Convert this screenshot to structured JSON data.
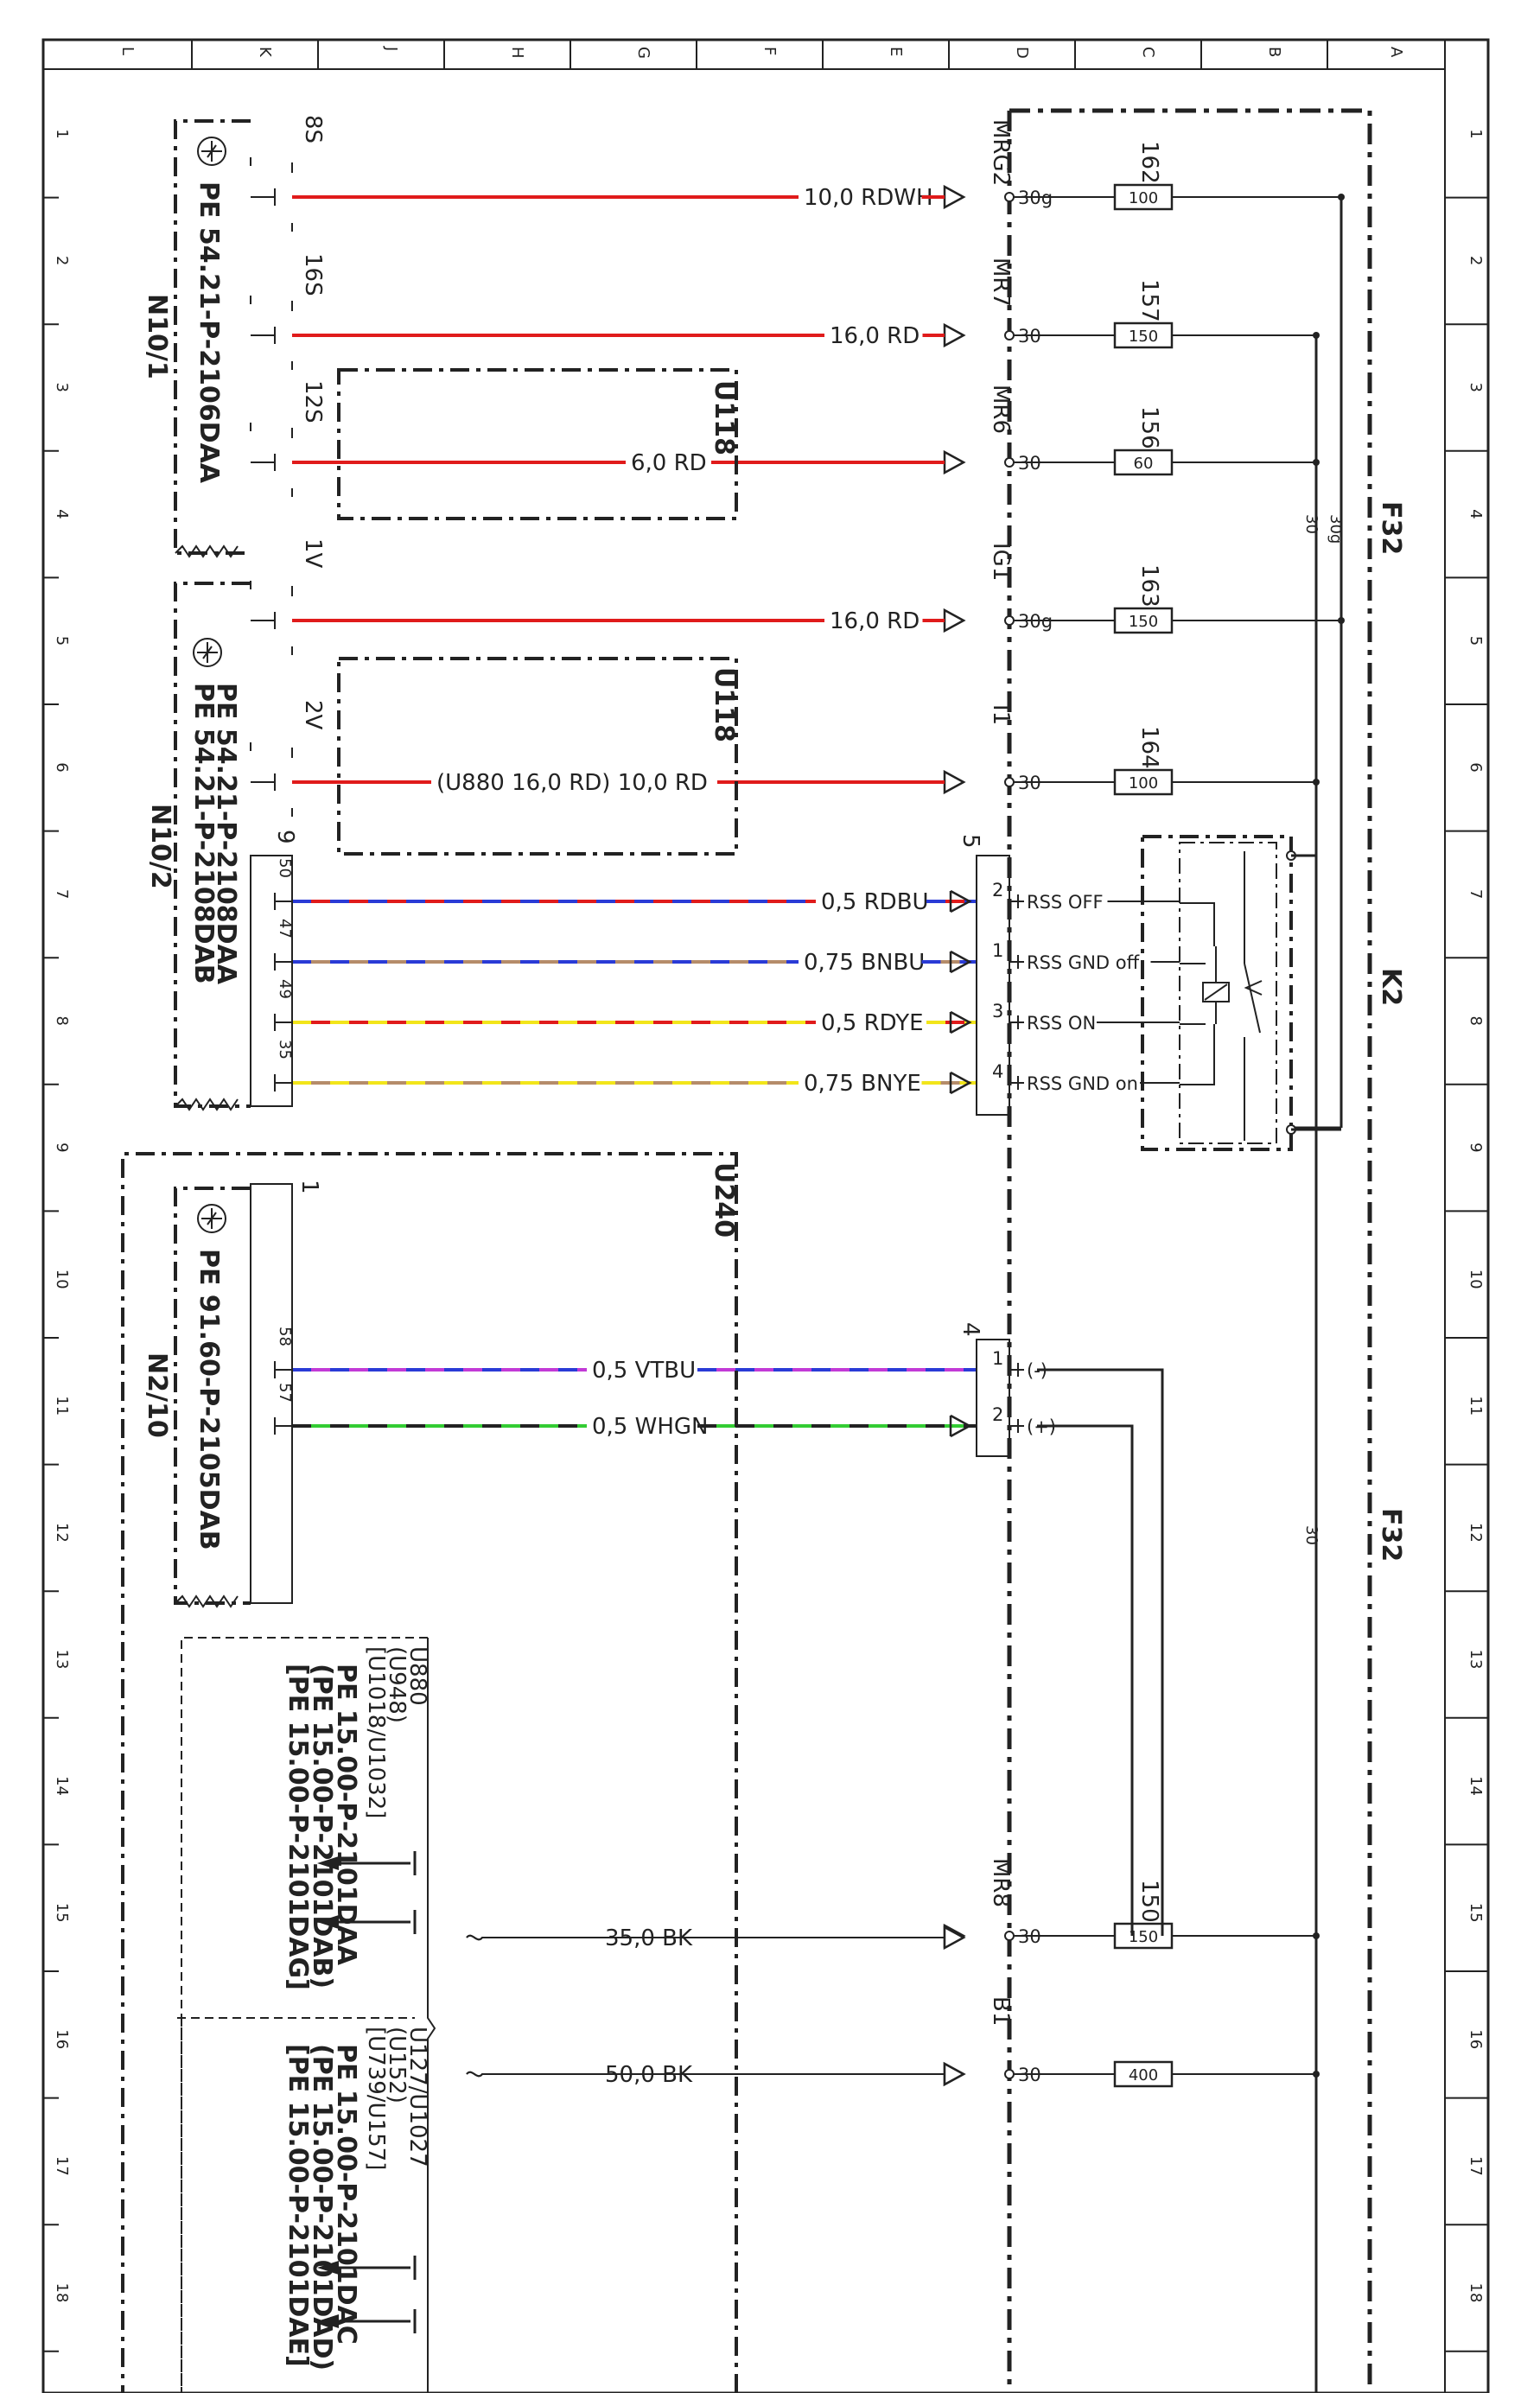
{
  "frame": {
    "cols": [
      "L",
      "K",
      "J",
      "H",
      "G",
      "F",
      "E",
      "D",
      "C",
      "B",
      "A"
    ],
    "rows": [
      "1",
      "2",
      "3",
      "4",
      "5",
      "6",
      "7",
      "8",
      "9",
      "10",
      "11",
      "12",
      "13",
      "14",
      "15",
      "16",
      "17",
      "18"
    ]
  },
  "colors": {
    "red": "#e01b1b",
    "blue": "#2a3bd6",
    "brown": "#b58c6a",
    "yellow": "#f2e51a",
    "violet": "#c23ad6",
    "green": "#33cc33",
    "ink": "#222222"
  },
  "components": {
    "f32_top": "F32",
    "f32_bottom": "F32",
    "k2": "K2",
    "u118_a": "U118",
    "u118_b": "U118",
    "u240": "U240",
    "n10_1": "N10/1",
    "n10_2": "N10/2",
    "n2_10": "N2/10",
    "pe_n10_1": "PE 54.21-P-2106DAA",
    "pe_n10_2a": "PE 54.21-P-2108DAA",
    "pe_n10_2b": "PE 54.21-P-2108DAB",
    "pe_n2_10": "PE 91.60-P-2105DAB",
    "bus_30g": "30g",
    "bus_30": "30",
    "bus_30_bottom": "30"
  },
  "fuses": [
    {
      "id": "162",
      "rating": "100",
      "pin": "30g",
      "terminal": "MRG2"
    },
    {
      "id": "157",
      "rating": "150",
      "pin": "30",
      "terminal": "MR7"
    },
    {
      "id": "156",
      "rating": "60",
      "pin": "30",
      "terminal": "MR6"
    },
    {
      "id": "163",
      "rating": "150",
      "pin": "30g",
      "terminal": "IG1"
    },
    {
      "id": "164",
      "rating": "100",
      "pin": "30",
      "terminal": "I1"
    },
    {
      "id": "150",
      "rating": "150",
      "pin": "30",
      "terminal": "MR8"
    },
    {
      "id": "",
      "rating": "400",
      "pin": "30",
      "terminal": "B1"
    }
  ],
  "wires": [
    {
      "label": "10,0 RDWH",
      "pin": "8S"
    },
    {
      "label": "16,0 RD",
      "pin": "16S"
    },
    {
      "label": "6,0 RD",
      "pin": "12S"
    },
    {
      "label": "16,0 RD",
      "pin": "1V"
    },
    {
      "label": "(U880 16,0 RD) 10,0 RD",
      "pin": "2V"
    },
    {
      "label": "0,5 RDBU",
      "pin": "50",
      "conn_pin": "2",
      "func": "RSS OFF"
    },
    {
      "label": "0,75 BNBU",
      "pin": "47",
      "conn_pin": "1",
      "func": "RSS GND off"
    },
    {
      "label": "0,5 RDYE",
      "pin": "49",
      "conn_pin": "3",
      "func": "RSS ON"
    },
    {
      "label": "0,75 BNYE",
      "pin": "35",
      "conn_pin": "4",
      "func": "RSS GND on"
    },
    {
      "label": "0,5 VTBU",
      "pin": "58",
      "conn_pin": "1",
      "func": "(-)"
    },
    {
      "label": "0,5 WHGN",
      "pin": "57",
      "conn_pin": "2",
      "func": "(+)"
    },
    {
      "label": "35,0 BK"
    },
    {
      "label": "50,0 BK"
    }
  ],
  "connectors": {
    "x5": "5",
    "x4": "4",
    "n10_2_conn": "9",
    "n2_10_conn": "1"
  },
  "references": {
    "left": {
      "variants": "U880\n(U948)\n[U1018/U1032]",
      "pe": [
        "PE 15.00-P-2101DAA",
        "(PE 15.00-P-2101DAB)",
        "[PE 15.00-P-2101DAG]"
      ]
    },
    "right": {
      "variants": "U127/U1027\n(U152)\n[U739/U157]",
      "pe": [
        "PE 15.00-P-2101DAC",
        "(PE 15.00-P-2101DAD)",
        "[PE 15.00-P-2101DAE]"
      ]
    }
  }
}
